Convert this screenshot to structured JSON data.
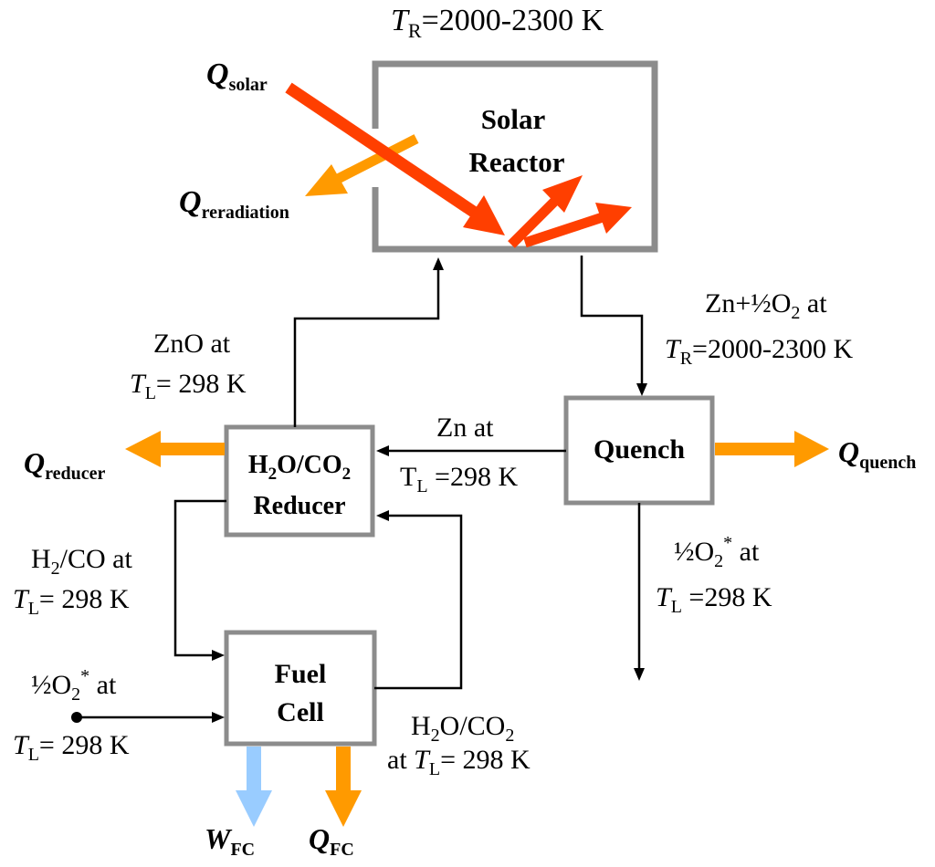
{
  "reactor": {
    "temperature": {
      "sym": "T",
      "sub": "R",
      "rest": "=2000-2300 K"
    },
    "label_line1": "Solar",
    "label_line2": "Reactor"
  },
  "q_solar": {
    "sym": "Q",
    "sub": "solar"
  },
  "q_reradiation": {
    "sym": "Q",
    "sub": "reradiation"
  },
  "zn_o2_stream": {
    "line1": "Zn+½O",
    "line1_sub": "2",
    "line1_rest": " at",
    "temp": {
      "sym": "T",
      "sub": "R",
      "rest": "=2000-2300 K"
    }
  },
  "quench": {
    "label": "Quench"
  },
  "q_quench": {
    "sym": "Q",
    "sub": "quench"
  },
  "zn_stream": {
    "line1": "Zn at",
    "temp": {
      "sym": "T",
      "sub": "L",
      "rest": " =298 K"
    }
  },
  "zno_stream": {
    "line1": "ZnO at",
    "temp": {
      "sym": "T",
      "sub": "L",
      "rest": "= 298 K"
    }
  },
  "reducer": {
    "label_line1": {
      "a": "H",
      "a_sub": "2",
      "b": "O/CO",
      "b_sub": "2"
    },
    "label_line2": "Reducer"
  },
  "q_reducer": {
    "sym": "Q",
    "sub": "reducer"
  },
  "o2_from_quench": {
    "line1": "½O",
    "line1_sub": "2",
    "line1_sup": "*",
    "line1_rest": " at",
    "temp": {
      "sym": "T",
      "sub": "L",
      "rest": " =298 K"
    }
  },
  "h2co_stream": {
    "line1": "H",
    "line1_sub": "2",
    "line1_rest": "/CO at",
    "temp": {
      "sym": "T",
      "sub": "L",
      "rest": "= 298 K"
    }
  },
  "fuel_cell": {
    "label_line1": "Fuel",
    "label_line2": "Cell"
  },
  "o2_to_fuelcell": {
    "line1": "½O",
    "line1_sub": "2",
    "line1_sup": "*",
    "line1_rest": " at",
    "temp": {
      "sym": "T",
      "sub": "L",
      "rest": "= 298 K"
    }
  },
  "h2o_co2_stream": {
    "line1": {
      "a": "H",
      "a_sub": "2",
      "b": "O/CO",
      "b_sub": "2"
    },
    "line2": "at ",
    "temp": {
      "sym": "T",
      "sub": "L",
      "rest": "= 298 K"
    }
  },
  "w_fc": {
    "sym": "W",
    "sub": "FC"
  },
  "q_fc": {
    "sym": "Q",
    "sub": "FC"
  },
  "colors": {
    "solar_red": "#ff3f00",
    "heat_orange": "#ff9a00",
    "work_blue": "#99ccff",
    "box_gray": "#8c8c8c"
  }
}
